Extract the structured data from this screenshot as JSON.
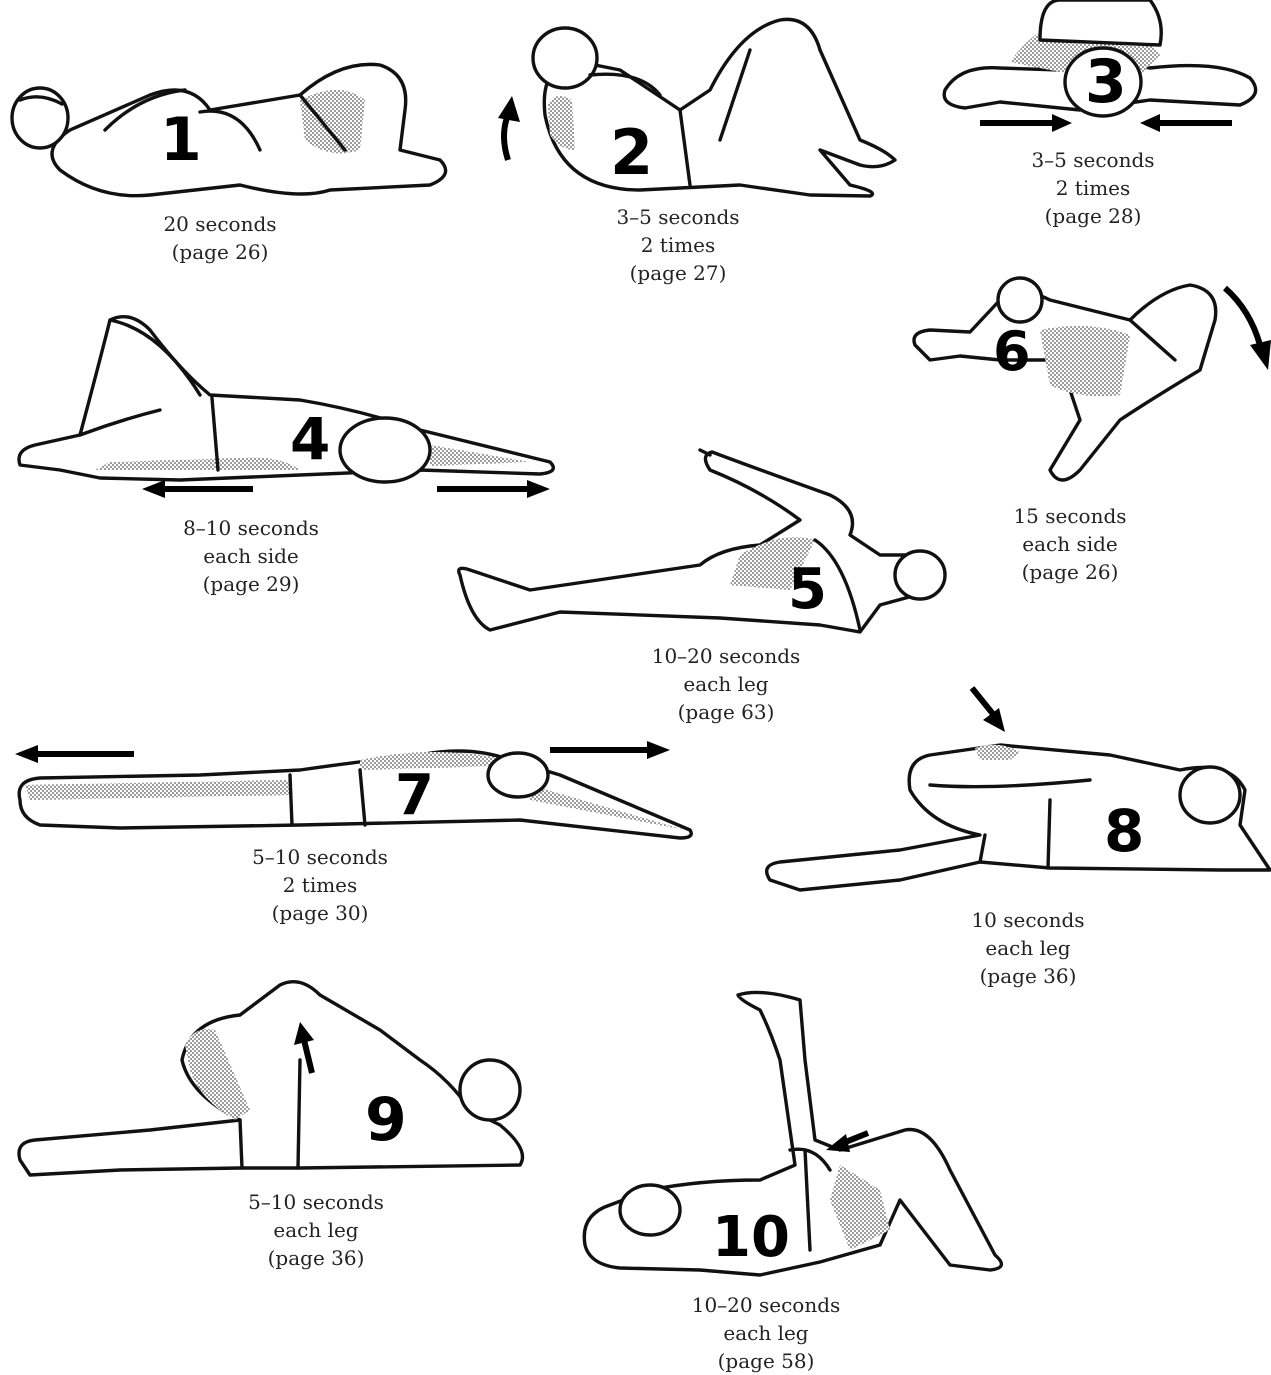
{
  "stretches": [
    {
      "number": "1",
      "lines": [
        "20 seconds",
        "(page 26)"
      ]
    },
    {
      "number": "2",
      "lines": [
        "3–5 seconds",
        "2 times",
        "(page 27)"
      ]
    },
    {
      "number": "3",
      "lines": [
        "3–5 seconds",
        "2 times",
        "(page 28)"
      ]
    },
    {
      "number": "4",
      "lines": [
        "8–10 seconds",
        "each side",
        "(page 29)"
      ]
    },
    {
      "number": "5",
      "lines": [
        "10–20 seconds",
        "each leg",
        "(page 63)"
      ]
    },
    {
      "number": "6",
      "lines": [
        "15 seconds",
        "each side",
        "(page 26)"
      ]
    },
    {
      "number": "7",
      "lines": [
        "5–10 seconds",
        "2 times",
        "(page 30)"
      ]
    },
    {
      "number": "8",
      "lines": [
        "10 seconds",
        "each leg",
        "(page 36)"
      ]
    },
    {
      "number": "9",
      "lines": [
        "5–10 seconds",
        "each leg",
        "(page 36)"
      ]
    },
    {
      "number": "10",
      "lines": [
        "10–20 seconds",
        "each leg",
        "(page 58)"
      ]
    }
  ],
  "colors": {
    "ink": "#111111",
    "shading": "#777777",
    "background": "#ffffff"
  }
}
